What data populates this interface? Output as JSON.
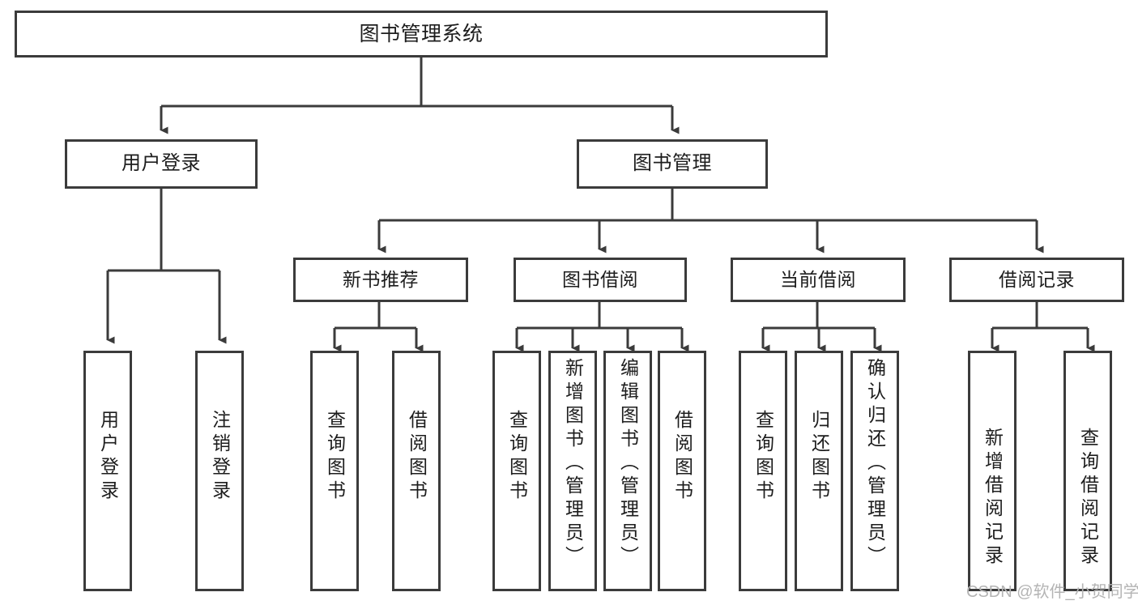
{
  "diagram": {
    "title": "图书管理系统",
    "type": "tree-hierarchy",
    "orientation": "top-down",
    "colors": {
      "background": "#ffffff",
      "box_border": "#3b3b3b",
      "box_fill": "#ffffff",
      "text": "#1d1d1d",
      "connector": "#3b3b3b",
      "watermark": "#b4b4b4"
    },
    "watermark": "CSDN @软件_小贺同学"
  },
  "nodes": {
    "root": {
      "id": "root",
      "label": "图书管理系统",
      "level": 0
    },
    "level1": [
      {
        "id": "n-user-login",
        "label": "用户登录",
        "level": 1
      },
      {
        "id": "n-book-manage",
        "label": "图书管理",
        "level": 1
      }
    ],
    "level2": [
      {
        "id": "n-new-book-rec",
        "label": "新书推荐",
        "level": 2,
        "parent": "n-book-manage"
      },
      {
        "id": "n-book-borrow",
        "label": "图书借阅",
        "level": 2,
        "parent": "n-book-manage"
      },
      {
        "id": "n-current-borrow",
        "label": "当前借阅",
        "level": 2,
        "parent": "n-book-manage"
      },
      {
        "id": "n-borrow-record",
        "label": "借阅记录",
        "level": 2,
        "parent": "n-book-manage"
      }
    ],
    "leaves": [
      {
        "id": "l-user-login",
        "label": "用户登录",
        "parent": "n-user-login"
      },
      {
        "id": "l-logout",
        "label": "注销登录",
        "parent": "n-user-login"
      },
      {
        "id": "l-rec-query",
        "label": "查询图书",
        "parent": "n-new-book-rec"
      },
      {
        "id": "l-rec-borrow",
        "label": "借阅图书",
        "parent": "n-new-book-rec"
      },
      {
        "id": "l-bb-query",
        "label": "查询图书",
        "parent": "n-book-borrow"
      },
      {
        "id": "l-bb-add",
        "label": "新增图书（管理员）",
        "parent": "n-book-borrow"
      },
      {
        "id": "l-bb-edit",
        "label": "编辑图书（管理员）",
        "parent": "n-book-borrow"
      },
      {
        "id": "l-bb-borrow",
        "label": "借阅图书",
        "parent": "n-book-borrow"
      },
      {
        "id": "l-cb-query",
        "label": "查询图书",
        "parent": "n-current-borrow"
      },
      {
        "id": "l-cb-return",
        "label": "归还图书",
        "parent": "n-current-borrow"
      },
      {
        "id": "l-cb-confirm",
        "label": "确认归还（管理员）",
        "parent": "n-current-borrow"
      },
      {
        "id": "l-br-add",
        "label": "新增借阅记录",
        "parent": "n-borrow-record"
      },
      {
        "id": "l-br-query",
        "label": "查询借阅记录",
        "parent": "n-borrow-record"
      }
    ]
  }
}
